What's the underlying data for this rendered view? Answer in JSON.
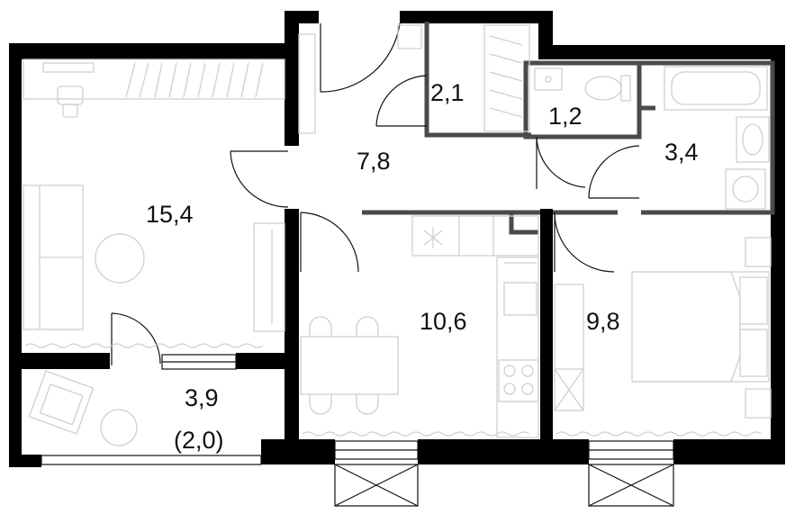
{
  "rooms": {
    "living_room": {
      "area": "15,4"
    },
    "hallway": {
      "area": "7,8"
    },
    "storage": {
      "area": "2,1"
    },
    "toilet": {
      "area": "1,2"
    },
    "bathroom": {
      "area": "3,4"
    },
    "kitchen": {
      "area": "10,6"
    },
    "bedroom": {
      "area": "9,8"
    },
    "balcony": {
      "area": "3,9",
      "reduced_area": "(2,0)"
    }
  },
  "colors": {
    "wall": "#000000",
    "partition": "#4a4a4a",
    "furniture": "#cfcfcf",
    "door": "#111111"
  }
}
